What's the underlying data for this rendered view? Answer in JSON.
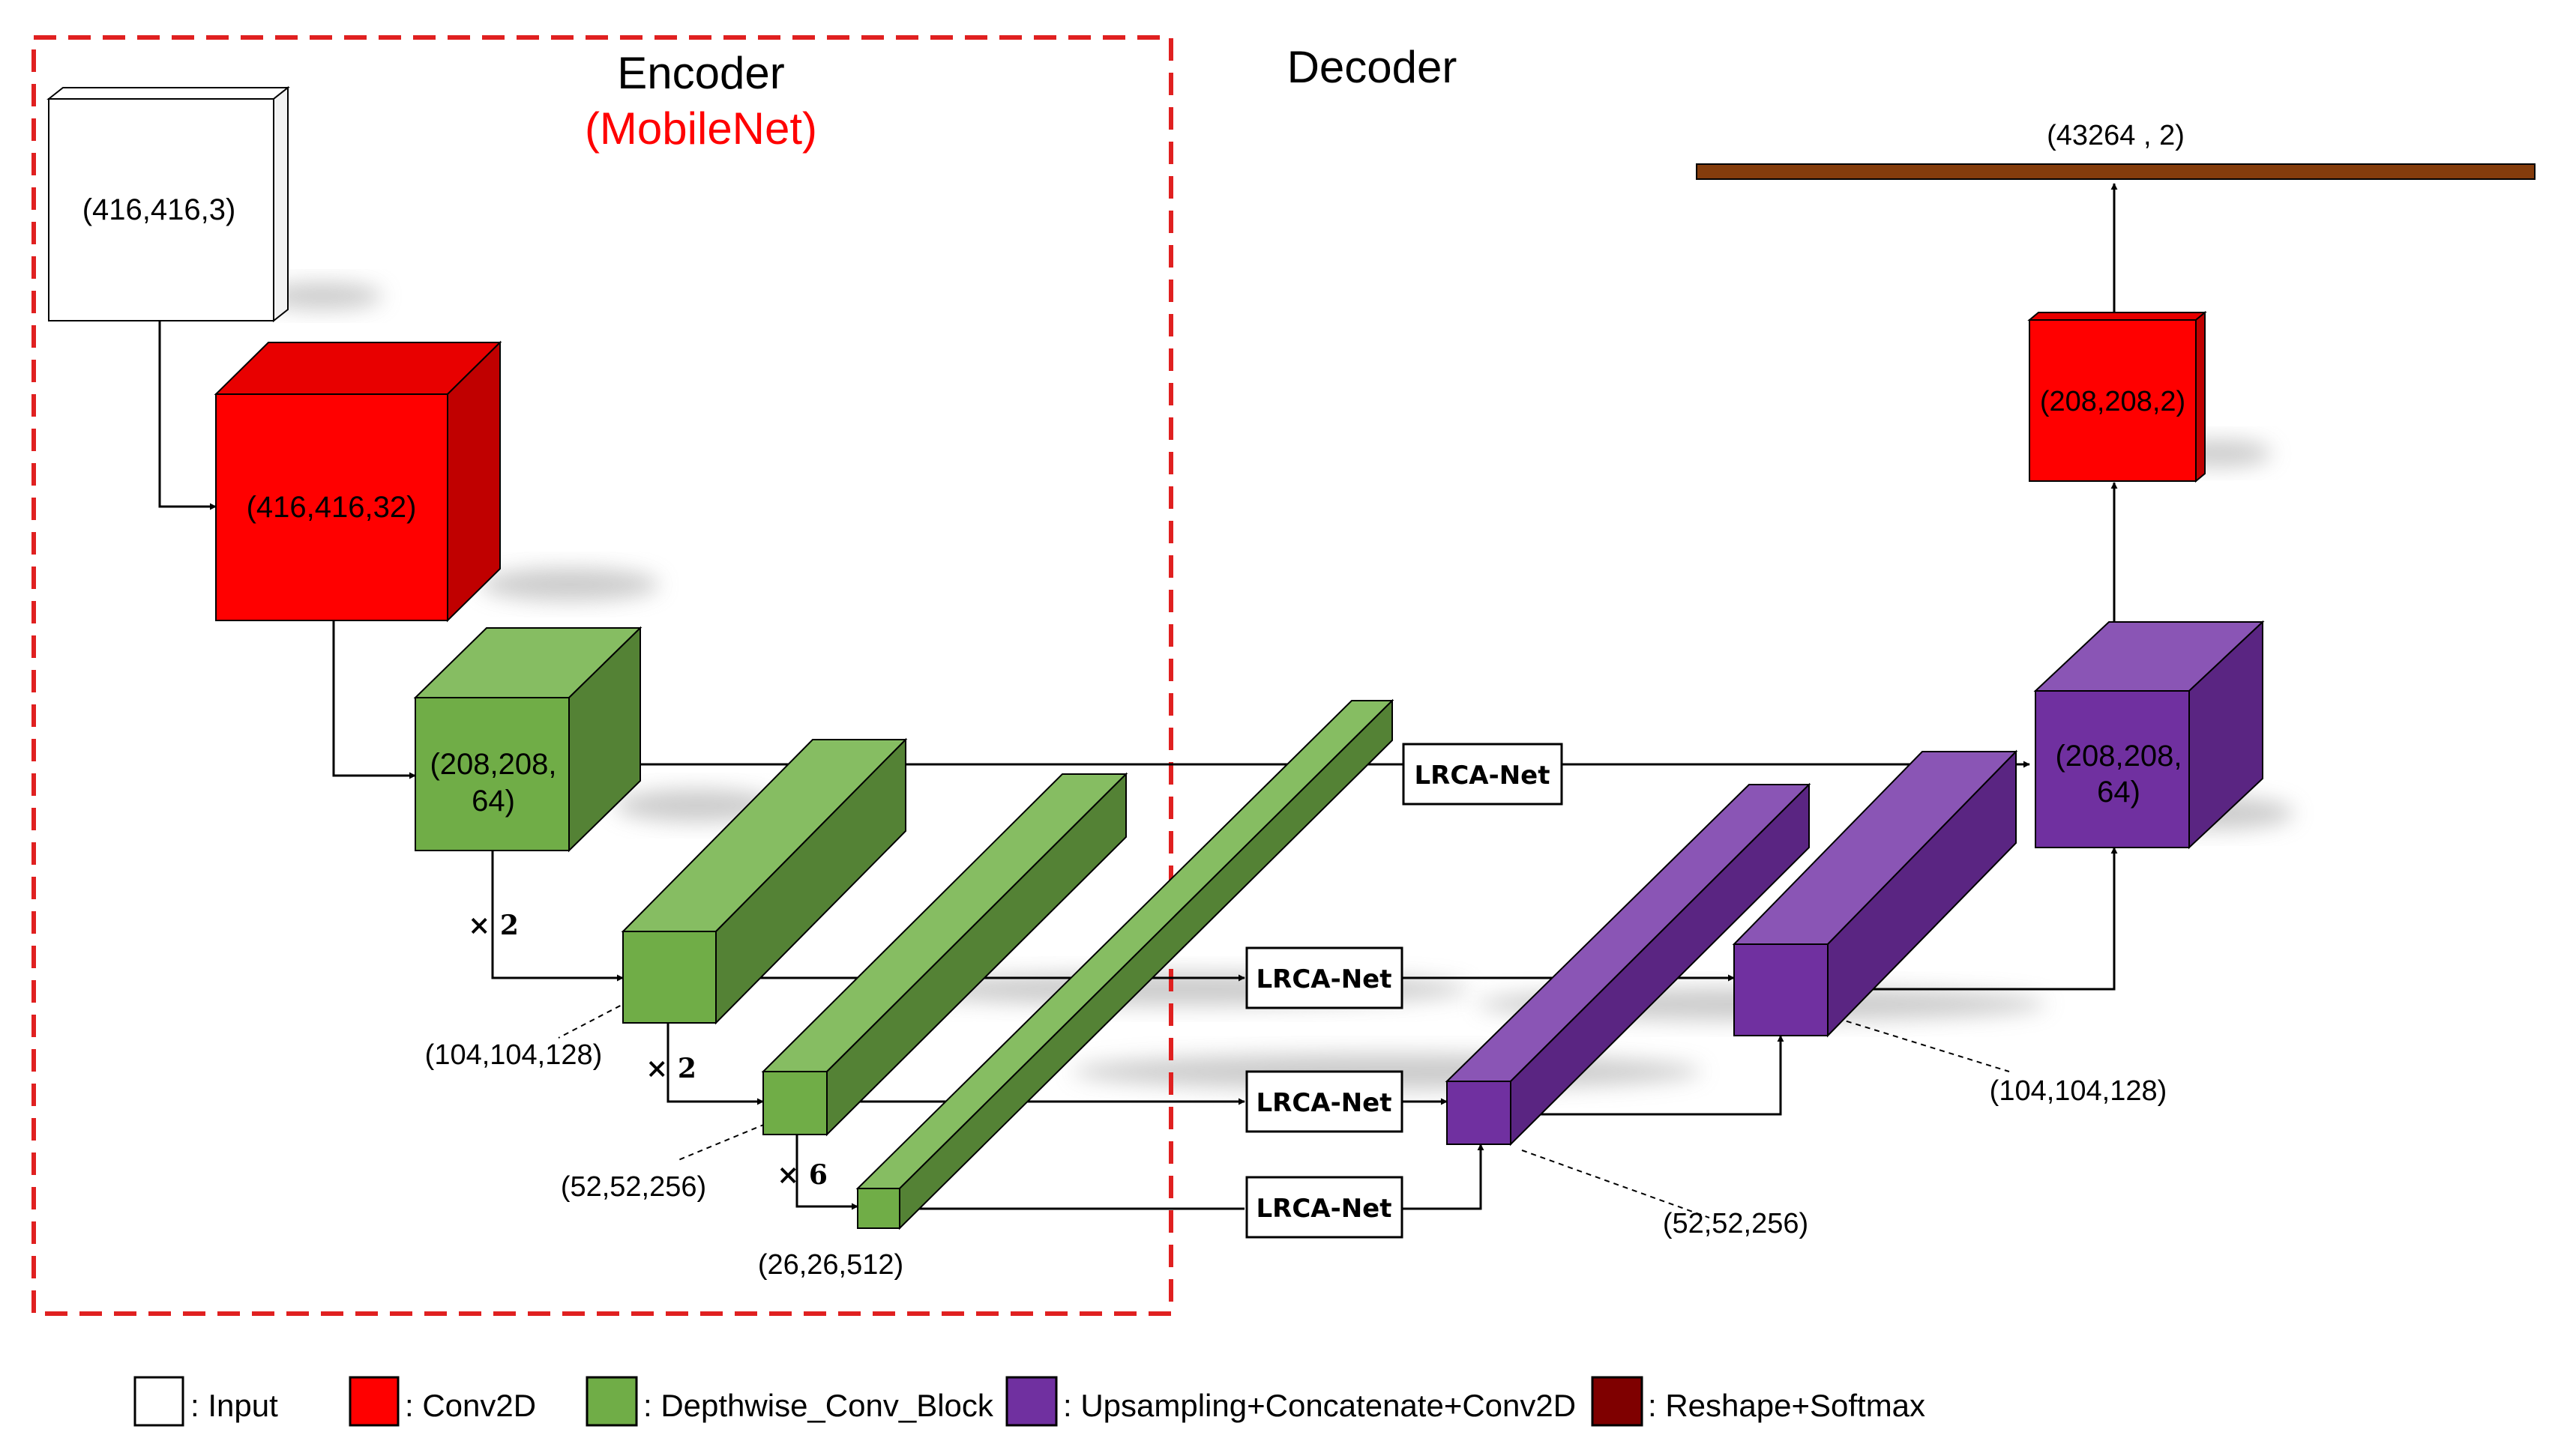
{
  "titles": {
    "encoder": "Encoder",
    "encoder_sub": "(MobileNet)",
    "decoder": "Decoder"
  },
  "blocks": {
    "input": "(416,416,3)",
    "conv1": "(416,416,32)",
    "dw1_line1": "(208,208,",
    "dw1_line2": "64)",
    "dw2": "(104,104,128)",
    "dw3": "(52,52,256)",
    "dw4": "(26,26,512)",
    "up1": "(52,52,256)",
    "up2": "(104,104,128)",
    "up3_line1": "(208,208,",
    "up3_line2": "64)",
    "conv_out": "(208,208,2)",
    "output": "(43264 , 2)"
  },
  "multipliers": {
    "m1": "× 2",
    "m2": "× 2",
    "m3": "× 6"
  },
  "lrca": {
    "l1": "LRCA-Net",
    "l2": "LRCA-Net",
    "l3": "LRCA-Net",
    "l4": "LRCA-Net"
  },
  "legend": {
    "input": ": Input",
    "conv2d": ": Conv2D",
    "depthwise": ": Depthwise_Conv_Block",
    "upsampling": ": Upsampling+Concatenate+Conv2D",
    "reshape": ": Reshape+Softmax"
  },
  "colors": {
    "input_face": "#ffffff",
    "conv_front": "#ff0000",
    "conv_top": "#e80000",
    "conv_side": "#c00000",
    "green_front": "#70ad47",
    "green_top": "#86bd62",
    "green_side": "#548235",
    "purple_front": "#7030a0",
    "purple_top": "#8a55b5",
    "purple_side": "#5a2582",
    "reshape": "#843c0c",
    "legend_reshape": "#7f0000",
    "encoder_border": "#e02020",
    "encoder_sub_text": "#ff0000"
  }
}
